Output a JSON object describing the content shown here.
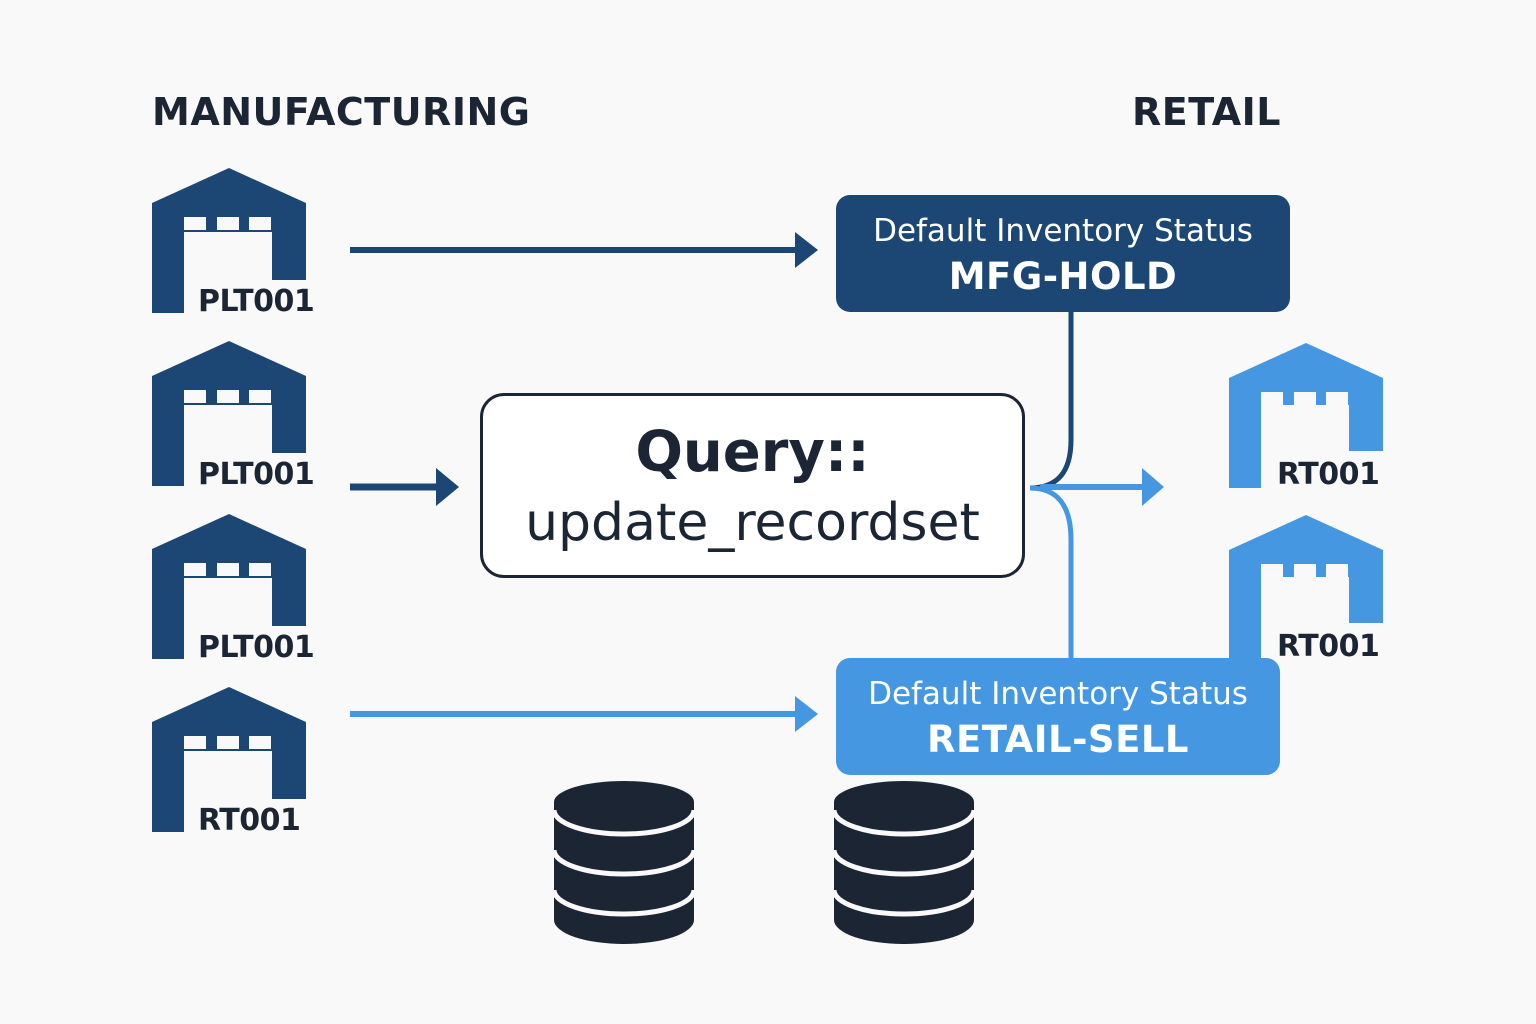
{
  "headers": {
    "manufacturing": "MANUFACTURING",
    "retail": "RETAIL"
  },
  "colors": {
    "manufacturing_blue": "#1c4673",
    "retail_blue": "#4497e0",
    "dark": "#1c2533",
    "background": "#f9f9f9"
  },
  "manufacturing_sites": [
    {
      "label": "PLT001",
      "icon": "warehouse-icon",
      "color": "manufacturing_blue"
    },
    {
      "label": "PLT001",
      "icon": "warehouse-icon",
      "color": "manufacturing_blue"
    },
    {
      "label": "PLT001",
      "icon": "warehouse-icon",
      "color": "manufacturing_blue"
    },
    {
      "label": "RT001",
      "icon": "warehouse-icon",
      "color": "manufacturing_blue"
    }
  ],
  "retail_sites": [
    {
      "label": "RT001",
      "icon": "warehouse-icon",
      "color": "retail_blue"
    },
    {
      "label": "RT001",
      "icon": "warehouse-icon",
      "color": "retail_blue"
    }
  ],
  "query": {
    "line1": "Query::",
    "line2": "update_recordset"
  },
  "status_boxes": {
    "mfg": {
      "title": "Default Inventory Status",
      "value": "MFG-HOLD"
    },
    "retail": {
      "title": "Default Inventory Status",
      "value": "RETAIL-SELL"
    }
  },
  "databases": [
    {
      "icon": "database-icon"
    },
    {
      "icon": "database-icon"
    }
  ]
}
